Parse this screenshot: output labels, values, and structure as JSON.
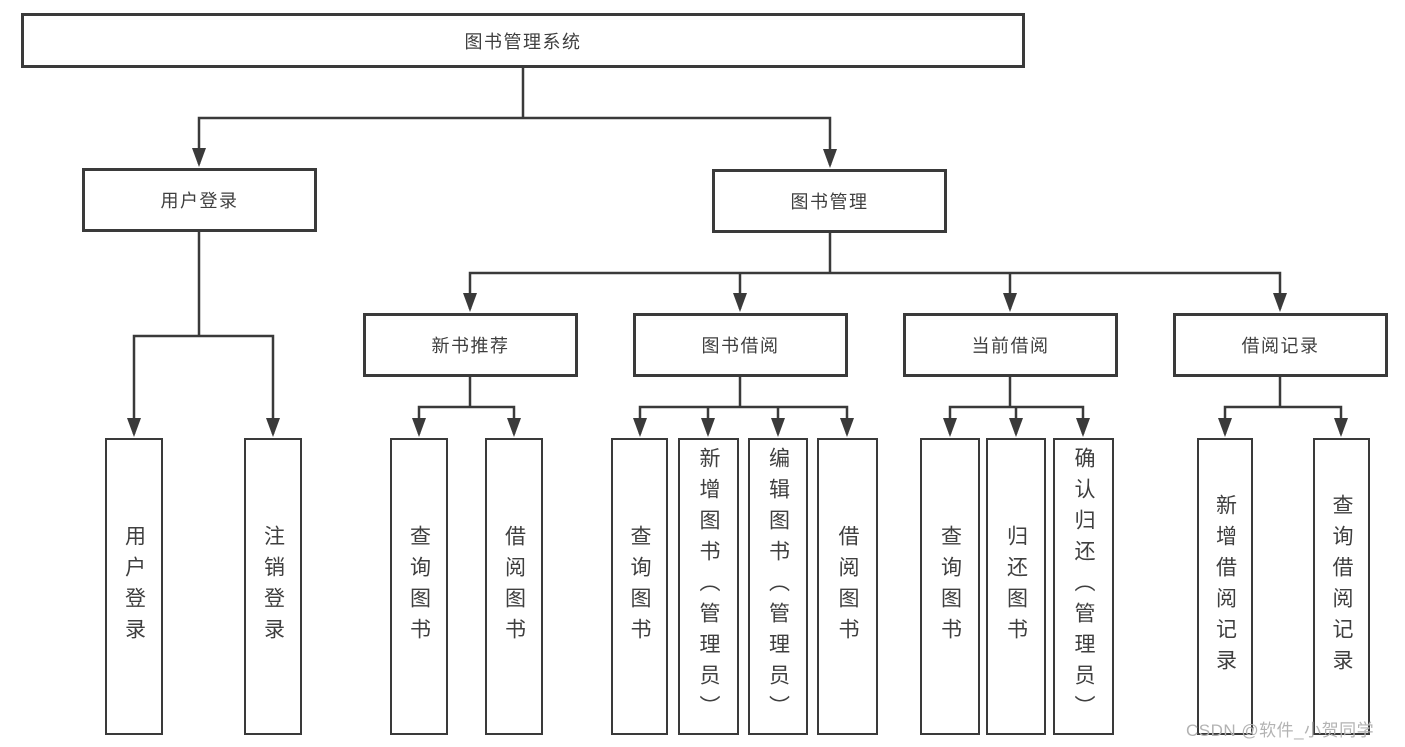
{
  "diagram": {
    "type": "hierarchy-tree",
    "root": {
      "label": "图书管理系统",
      "children": [
        {
          "label": "用户登录",
          "children": [
            {
              "label": "用户登录"
            },
            {
              "label": "注销登录"
            }
          ]
        },
        {
          "label": "图书管理",
          "children": [
            {
              "label": "新书推荐",
              "children": [
                {
                  "label": "查询图书"
                },
                {
                  "label": "借阅图书"
                }
              ]
            },
            {
              "label": "图书借阅",
              "children": [
                {
                  "label": "查询图书"
                },
                {
                  "label": "新增图书（管理员）"
                },
                {
                  "label": "编辑图书（管理员）"
                },
                {
                  "label": "借阅图书"
                }
              ]
            },
            {
              "label": "当前借阅",
              "children": [
                {
                  "label": "查询图书"
                },
                {
                  "label": "归还图书"
                },
                {
                  "label": "确认归还（管理员）"
                }
              ]
            },
            {
              "label": "借阅记录",
              "children": [
                {
                  "label": "新增借阅记录"
                },
                {
                  "label": "查询借阅记录"
                }
              ]
            }
          ]
        }
      ]
    }
  },
  "watermark": {
    "text": "CSDN @软件_小贺同学"
  },
  "colors": {
    "line": "#3a3a3a",
    "text": "#3f3f3f",
    "watermark": "#b3b3b3",
    "background": "#ffffff"
  }
}
